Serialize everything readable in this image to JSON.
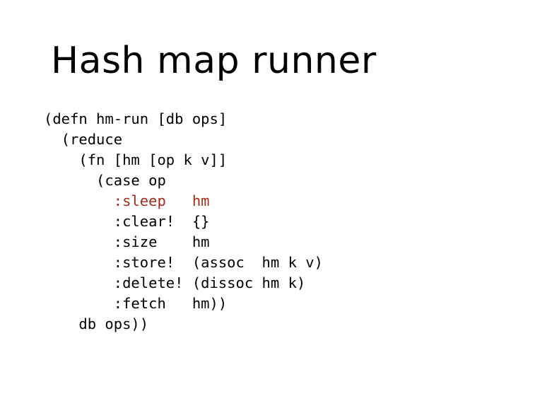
{
  "slide": {
    "title": "Hash map runner",
    "highlight_color": "#a52a1a",
    "code_lines": [
      {
        "text": "(defn hm-run [db ops]",
        "highlight": false
      },
      {
        "text": "  (reduce",
        "highlight": false
      },
      {
        "text": "    (fn [hm [op k v]]",
        "highlight": false
      },
      {
        "text": "      (case op",
        "highlight": false
      },
      {
        "text": "        :sleep   hm",
        "highlight": true
      },
      {
        "text": "        :clear!  {}",
        "highlight": false
      },
      {
        "text": "        :size    hm",
        "highlight": false
      },
      {
        "text": "        :store!  (assoc  hm k v)",
        "highlight": false
      },
      {
        "text": "        :delete! (dissoc hm k)",
        "highlight": false
      },
      {
        "text": "        :fetch   hm))",
        "highlight": false
      },
      {
        "text": "    db ops))",
        "highlight": false
      }
    ]
  }
}
